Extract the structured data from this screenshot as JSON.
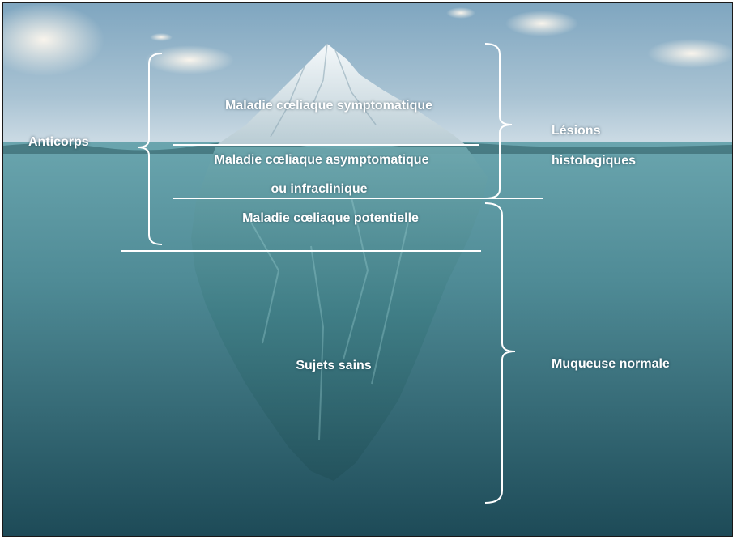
{
  "labels": {
    "symptomatique": "Maladie cœliaque symptomatique",
    "asymptomatique_line1": "Maladie cœliaque asymptomatique",
    "asymptomatique_line2": "ou infraclinique",
    "potentielle": "Maladie cœliaque potentielle",
    "sains": "Sujets sains",
    "anticorps": "Anticorps",
    "lesions_line1": "Lésions",
    "lesions_line2": "histologiques",
    "muqueuse": "Muqueuse normale"
  },
  "colors": {
    "sky_top": "#7fa6c0",
    "sky_horizon": "#cfdde6",
    "sea_surface": "#5e9aa5",
    "sea_deep": "#1d4a57",
    "ice": "#e8f1f4",
    "ice_underwater": "#3f7d85",
    "lines": "#ffffff"
  }
}
